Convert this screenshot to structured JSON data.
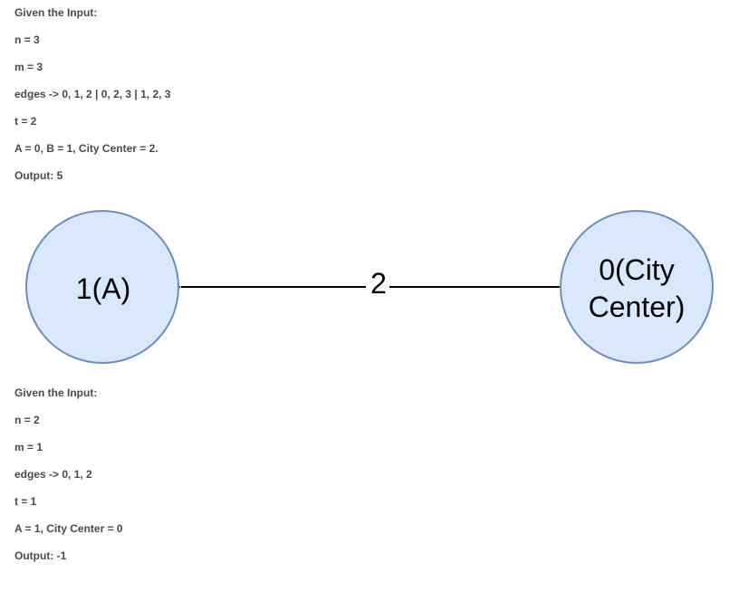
{
  "example_1": {
    "lines": [
      "Given the Input:",
      "n = 3",
      "m = 3",
      "edges -> 0, 1, 2 | 0, 2, 3 | 1, 2, 3",
      "t = 2",
      "A = 0, B = 1, City Center = 2.",
      "Output: 5"
    ]
  },
  "graph": {
    "nodes": {
      "left": {
        "label": "1(A)"
      },
      "right": {
        "label_line1": "0(City",
        "label_line2": "Center)"
      }
    },
    "edge": {
      "label": "2",
      "direction": "right-to-left"
    },
    "colors": {
      "node_fill": "#dae8fc",
      "node_stroke": "#6c8ebf",
      "edge": "#000000"
    }
  },
  "example_2": {
    "lines": [
      "Given the Input:",
      "n = 2",
      "m = 1",
      "edges -> 0, 1, 2",
      "t = 1",
      "A = 1, City Center = 0",
      "Output: -1"
    ]
  }
}
